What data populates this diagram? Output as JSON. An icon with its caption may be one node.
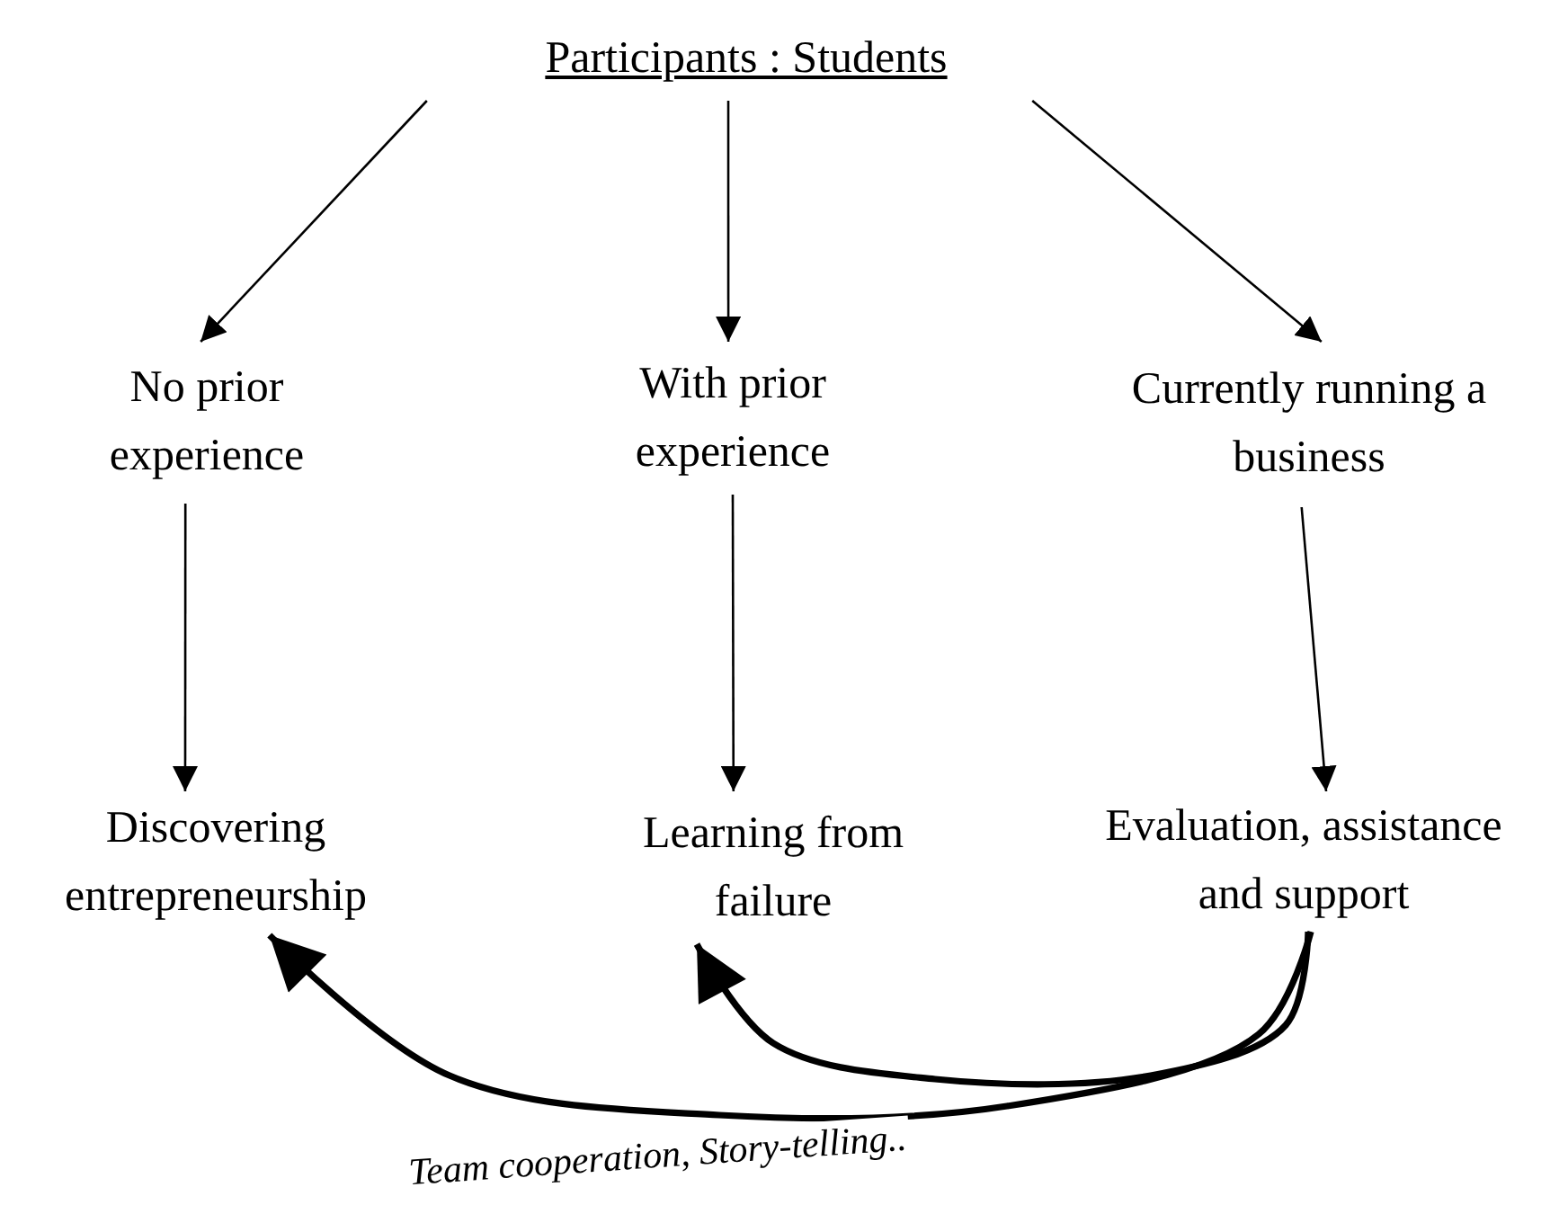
{
  "diagram": {
    "nodes": [
      {
        "text": [
          "Participants : Students"
        ]
      },
      {
        "text": [
          "No prior experience"
        ]
      },
      {
        "text": [
          "With prior experience"
        ]
      },
      {
        "text": [
          "Currently running a business"
        ]
      },
      {
        "text": [
          "Discovering entrepreneurship"
        ]
      },
      {
        "text": [
          "Learning from failure"
        ]
      },
      {
        "text": [
          "Evaluation, assistance and support"
        ]
      }
    ],
    "edges": [
      {
        "from": 0,
        "to": 1,
        "arrow": "to"
      },
      {
        "from": 0,
        "to": 2,
        "arrow": "to"
      },
      {
        "from": 0,
        "to": 3,
        "arrow": "to"
      },
      {
        "from": 1,
        "to": 4,
        "arrow": "to"
      },
      {
        "from": 2,
        "to": 5,
        "arrow": "to"
      },
      {
        "from": 3,
        "to": 6,
        "arrow": "to"
      },
      {
        "from": 6,
        "to": 5,
        "arrow": "to",
        "style": "thick"
      },
      {
        "from": 6,
        "to": 4,
        "arrow": "to",
        "style": "thick",
        "label": "Team cooperation, Story-telling.."
      }
    ]
  }
}
